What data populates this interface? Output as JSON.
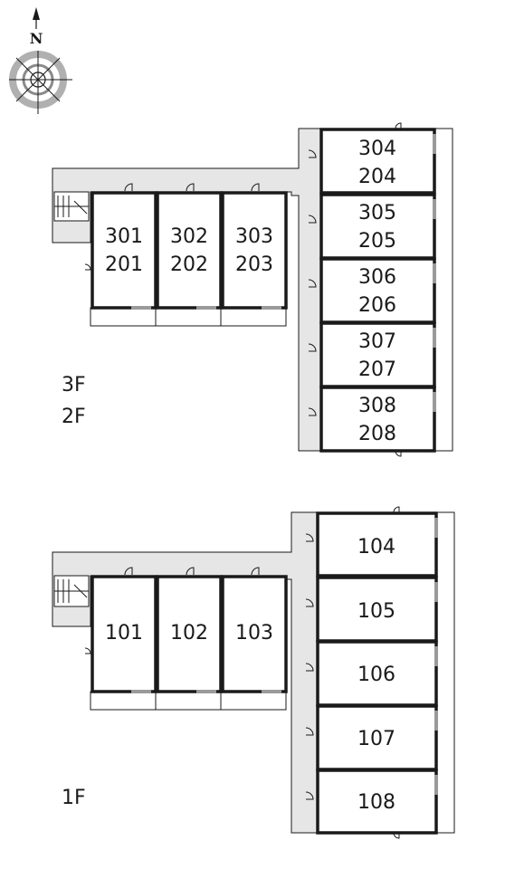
{
  "compass": {
    "north_label": "N",
    "icon": "compass-rose-icon"
  },
  "colors": {
    "line": "#1a1a1a",
    "corridor": "#e6e6e6",
    "window": "#9a9a9a"
  },
  "upper": {
    "floor_labels": [
      "3F",
      "2F"
    ],
    "units": [
      {
        "lines": [
          "301",
          "201"
        ]
      },
      {
        "lines": [
          "302",
          "202"
        ]
      },
      {
        "lines": [
          "303",
          "203"
        ]
      },
      {
        "lines": [
          "304",
          "204"
        ]
      },
      {
        "lines": [
          "305",
          "205"
        ]
      },
      {
        "lines": [
          "306",
          "206"
        ]
      },
      {
        "lines": [
          "307",
          "207"
        ]
      },
      {
        "lines": [
          "308",
          "208"
        ]
      }
    ]
  },
  "lower": {
    "floor_labels": [
      "1F"
    ],
    "units": [
      {
        "lines": [
          "101"
        ]
      },
      {
        "lines": [
          "102"
        ]
      },
      {
        "lines": [
          "103"
        ]
      },
      {
        "lines": [
          "104"
        ]
      },
      {
        "lines": [
          "105"
        ]
      },
      {
        "lines": [
          "106"
        ]
      },
      {
        "lines": [
          "107"
        ]
      },
      {
        "lines": [
          "108"
        ]
      }
    ]
  }
}
